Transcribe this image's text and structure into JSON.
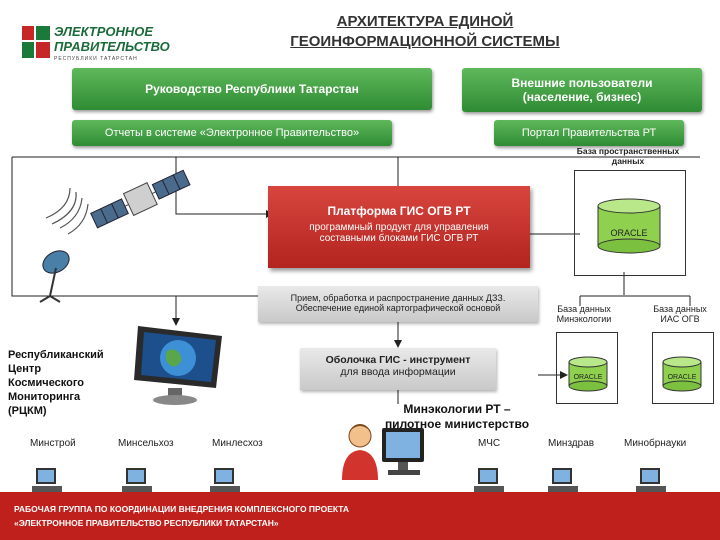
{
  "logo": {
    "line1": "ЭЛЕКТРОННОЕ",
    "line2": "ПРАВИТЕЛЬСТВО",
    "sub": "РЕСПУБЛИКИ ТАТАРСТАН"
  },
  "title": {
    "line1": "АРХИТЕКТУРА ЕДИНОЙ",
    "line2": "ГЕОИНФОРМАЦИОННОЙ СИСТЕМЫ"
  },
  "top": {
    "leadership": "Руководство Республики Татарстан",
    "external_line1": "Внешние пользователи",
    "external_line2": "(население, бизнес)",
    "reports": "Отчеты в системе «Электронное Правительство»",
    "portal": "Портал Правительства РТ"
  },
  "platform": {
    "title": "Платформа ГИС ОГВ РТ",
    "desc_line1": "программный продукт для управления",
    "desc_line2": "составными блоками ГИС ОГВ РТ"
  },
  "spatial_db": {
    "label_line1": "База пространственных",
    "label_line2": "данных",
    "name": "ORACLE"
  },
  "dzz": {
    "line1": "Прием, обработка и распространение данных ДЗЗ.",
    "line2": "Обеспечение единой картографической основой"
  },
  "shell": {
    "line1": "Оболочка ГИС - инструмент",
    "line2": "для ввода информации"
  },
  "db_eco": {
    "label_line1": "База данных",
    "label_line2": "Минэкологии",
    "name": "ORACLE"
  },
  "db_ias": {
    "label_line1": "База данных",
    "label_line2": "ИАС ОГВ",
    "name": "ORACLE"
  },
  "rckm": {
    "lines": [
      "Республиканский",
      "Центр",
      "Космического",
      "Мониторинга",
      "(РЦКМ)"
    ]
  },
  "pilot": {
    "line1": "Минэкологии РТ –",
    "line2": "пилотное министерство"
  },
  "ministries": {
    "minstroy": "Минстрой",
    "minselkhoz": "Минсельхоз",
    "minleskhoz": "Минлесхоз",
    "mchs": "МЧС",
    "minzdrav": "Минздрав",
    "minobrnauki": "Минобрнауки"
  },
  "footer": {
    "line1": "РАБОЧАЯ ГРУППА ПО КООРДИНАЦИИ ВНЕДРЕНИЯ КОМПЛЕКСНОГО ПРОЕКТА",
    "line2": "«ЭЛЕКТРОННОЕ ПРАВИТЕЛЬСТВО РЕСПУБЛИКИ ТАТАРСТАН»"
  },
  "colors": {
    "green": "#3a9a3e",
    "red": "#c0201b",
    "gray": "#d6d6d6",
    "db_green": "#8fd14f"
  }
}
